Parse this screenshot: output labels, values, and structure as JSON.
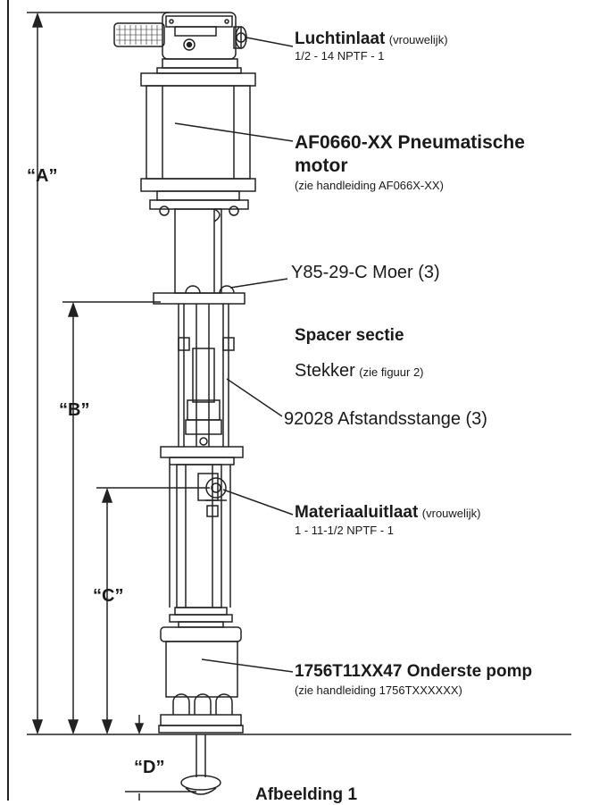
{
  "labels": {
    "air_inlet_title": "Luchtinlaat",
    "air_inlet_note": "(vrouwelijk)",
    "air_inlet_spec": "1/2 - 14 NPTF - 1",
    "motor_title_1": "AF0660-XX Pneumatische",
    "motor_title_2": "motor",
    "motor_note": "(zie handleiding AF066X-XX)",
    "nut": "Y85-29-C Moer (3)",
    "spacer_title": "Spacer sectie",
    "plug": "Stekker",
    "plug_note": "(zie figuur 2)",
    "rod": "92028 Afstandsstange (3)",
    "outlet_title": "Materiaaluitlaat",
    "outlet_note": "(vrouwelijk)",
    "outlet_spec": "1 - 11-1/2 NPTF - 1",
    "pump_title": "1756T11XX47 Onderste pomp",
    "pump_note": "(zie handleiding 1756TXXXXXX)",
    "figure_caption": "Afbeelding 1"
  },
  "dimensions": {
    "a": "“A”",
    "b": "“B”",
    "c": "“C”",
    "d": "“D”"
  }
}
